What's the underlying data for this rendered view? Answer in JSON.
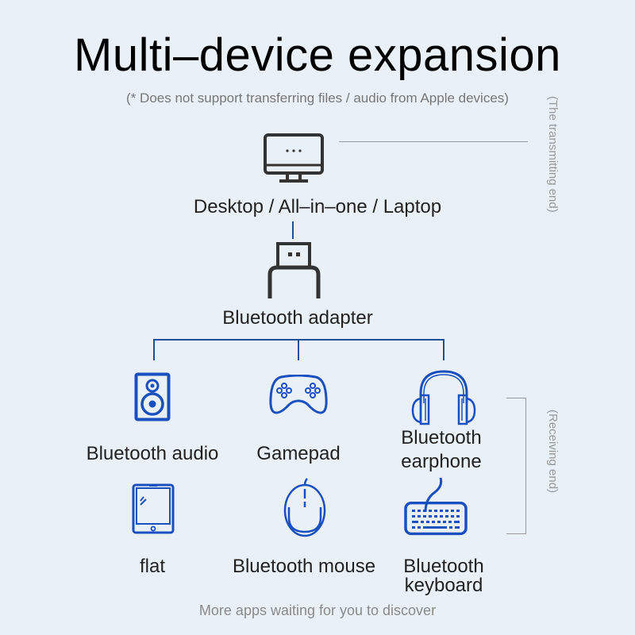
{
  "title": "Multi–device expansion",
  "subtitle": "(* Does not support transferring files / audio from Apple devices)",
  "side_labels": {
    "transmitting": "(The transmitting end)",
    "receiving": "(Receiving end)"
  },
  "transmitter": {
    "icon": "desktop-monitor-icon",
    "label": "Desktop / All–in–one / Laptop"
  },
  "adapter": {
    "icon": "usb-adapter-icon",
    "label": "Bluetooth adapter"
  },
  "receivers": [
    {
      "icon": "speaker-icon",
      "label": "Bluetooth audio"
    },
    {
      "icon": "gamepad-icon",
      "label": "Gamepad"
    },
    {
      "icon": "headphones-icon",
      "label_line1": "Bluetooth",
      "label_line2": "earphone"
    },
    {
      "icon": "tablet-icon",
      "label": "flat"
    },
    {
      "icon": "mouse-icon",
      "label": "Bluetooth mouse"
    },
    {
      "icon": "keyboard-icon",
      "label_line1": "Bluetooth",
      "label_line2": "keyboard"
    }
  ],
  "footer": "More apps waiting for you to discover",
  "colors": {
    "background": "#e9f1f6",
    "accent_blue": "#1a4fbf",
    "connector_blue": "#1d4f9a",
    "icon_dark": "#333333",
    "muted_text": "#8a8a8a"
  }
}
